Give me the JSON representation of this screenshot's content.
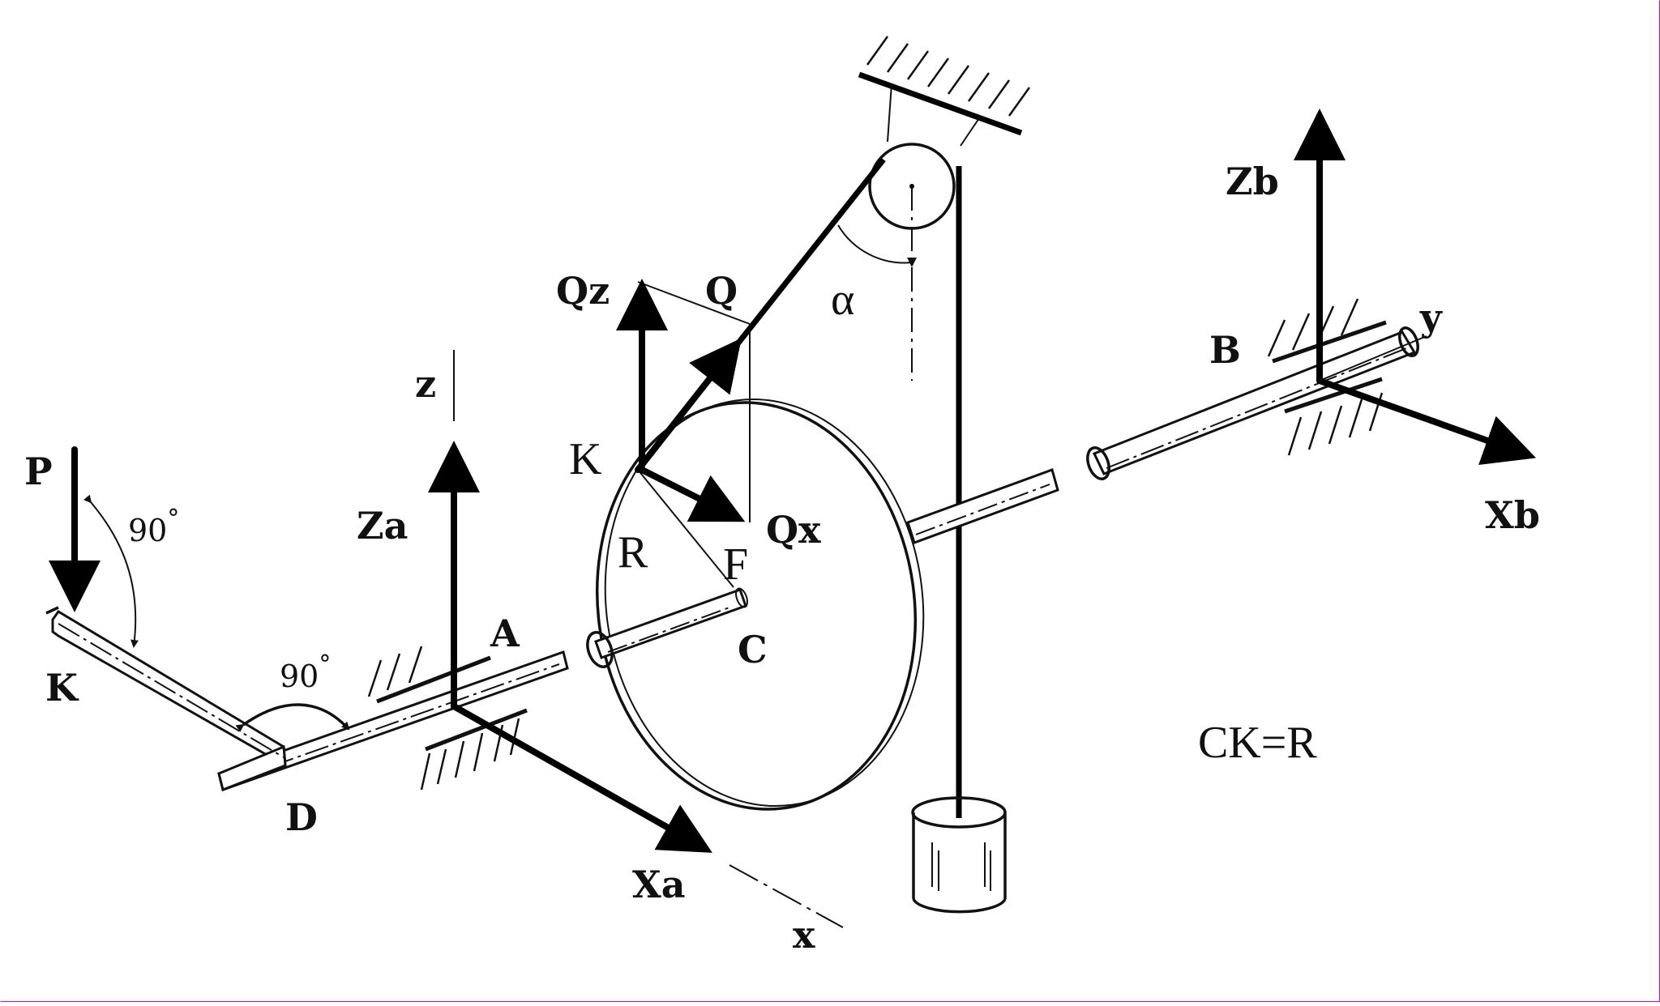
{
  "labels": {
    "P": "P",
    "K_left": "K",
    "D": "D",
    "A": "A",
    "z": "z",
    "Za": "Za",
    "Xa": "Xa",
    "x": "x",
    "C": "C",
    "F": "F",
    "R": "R",
    "K_wheel": "K",
    "Qz": "Qz",
    "Q": "Q",
    "Qx": "Qx",
    "alpha": "α",
    "B": "B",
    "y": "y",
    "Zb": "Zb",
    "Xb": "Xb",
    "angle_top": "90",
    "angle_bottom": "90",
    "degree": "°",
    "relation": "CK=R"
  }
}
